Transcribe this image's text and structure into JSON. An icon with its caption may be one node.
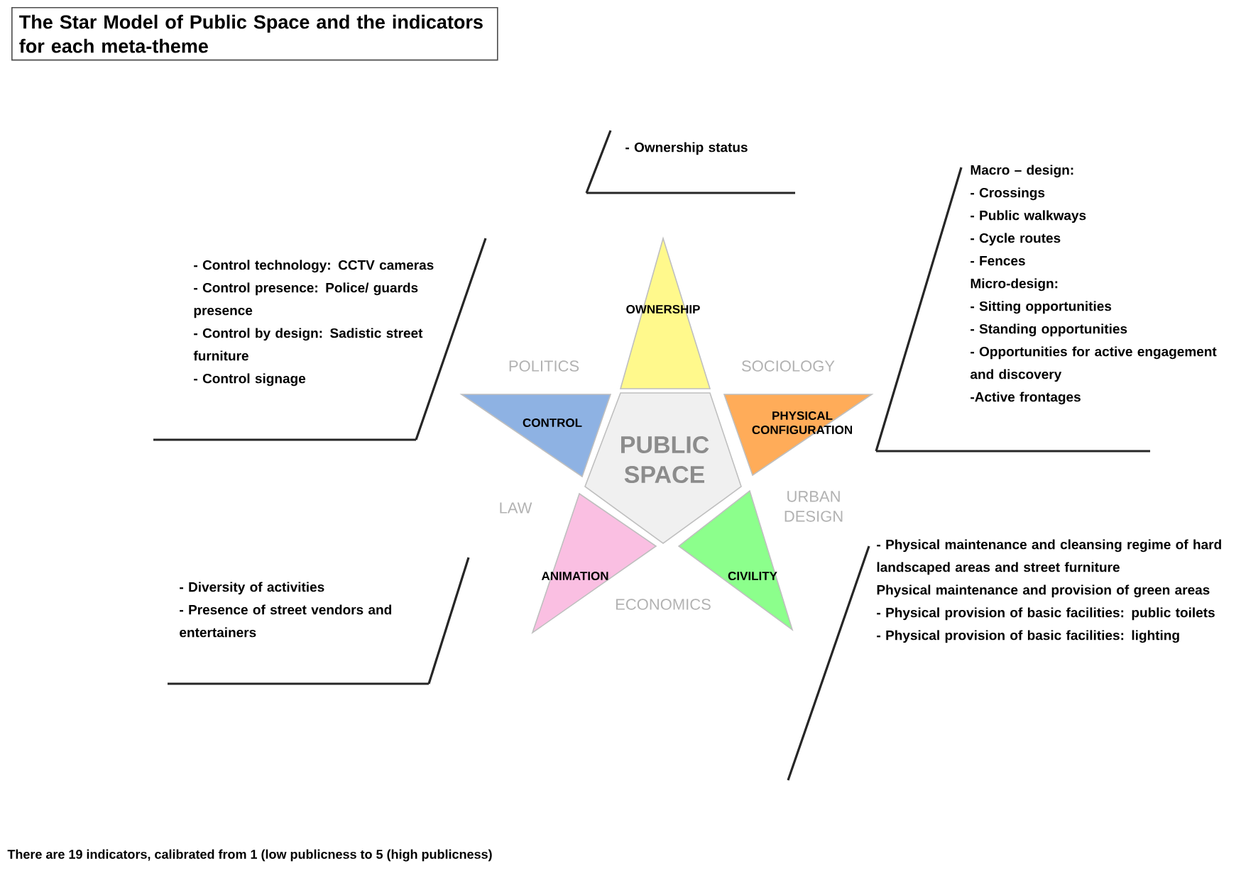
{
  "diagram": {
    "title": "The Star Model of Public Space and the indicators for each meta-theme",
    "caption": "There are 19 indicators, calibrated from 1 (low publicness to 5 (high publicness)",
    "nodes": [
      {
        "text": [
          "- Ownership status"
        ]
      },
      {
        "text": [
          "- Control technology: CCTV cameras",
          "- Control presence: Police/ guards presence",
          "- Control by design: Sadistic street furniture",
          "- Control signage"
        ]
      },
      {
        "text": [
          "OWNERSHIP"
        ]
      },
      {
        "text": [
          "Macro – design:",
          "- Crossings",
          "- Public walkways",
          "- Cycle routes",
          "- Fences",
          "Micro-design:",
          "- Sitting opportunities",
          "- Standing opportunities",
          "- Opportunities for active engagement and discovery",
          "-Active frontages"
        ]
      },
      {
        "text": [
          "CONTROL"
        ]
      },
      {
        "text": [
          "PUBLIC SPACE"
        ]
      },
      {
        "text": [
          "PHYSICAL CONFIGURATION"
        ]
      },
      {
        "text": [
          "ANIMATION"
        ]
      },
      {
        "text": [
          "CIVILITY"
        ]
      },
      {
        "text": [
          "- Diversity of activities",
          "- Presence of street vendors and entertainers"
        ]
      },
      {
        "text": [
          "- Physical maintenance and cleansing regime of hard landscaped areas and street furniture",
          "Physical maintenance and provision of green areas",
          "- Physical provision of basic facilities: public toilets",
          "- Physical provision of basic facilities: lighting"
        ]
      }
    ],
    "labels": [
      "POLITICS",
      "SOCIOLOGY",
      "LAW",
      "URBAN DESIGN",
      "ECONOMICS"
    ]
  }
}
